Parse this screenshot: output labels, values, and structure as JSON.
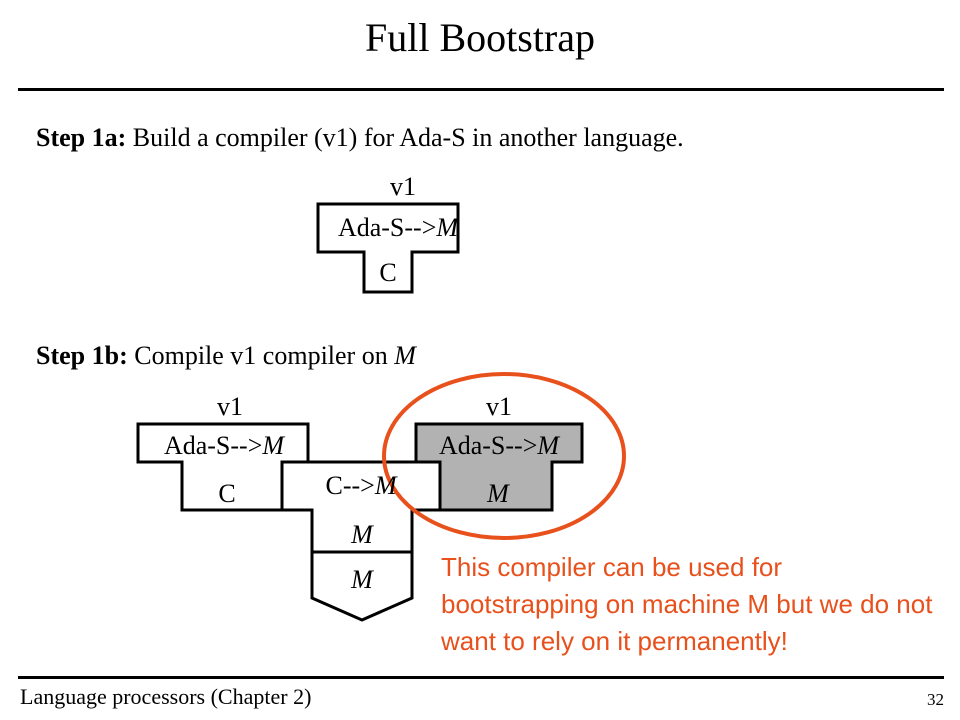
{
  "slide": {
    "title": "Full Bootstrap",
    "step1a": {
      "label": "Step 1a:",
      "text": " Build a compiler (v1) for Ada-S in another language."
    },
    "step1b": {
      "label": "Step 1b:",
      "text": " Compile v1 compiler on ",
      "machine": "M"
    },
    "note": "This compiler can be used for bootstrapping on machine M but we do not want to rely on it permanently!",
    "footer": {
      "left": "Language processors (Chapter 2)",
      "page": "32"
    }
  },
  "diagrams": {
    "step1a_compiler": {
      "version": "v1",
      "source": "Ada-S-->",
      "target": "M",
      "impl": "C"
    },
    "step1b_input": {
      "version": "v1",
      "source": "Ada-S-->",
      "target": "M",
      "impl": "C"
    },
    "step1b_translator": {
      "source": "C-->",
      "target": "M",
      "impl": "M"
    },
    "step1b_machine": {
      "label": "M"
    },
    "step1b_output": {
      "version": "v1",
      "source": "Ada-S-->",
      "target": "M",
      "impl": "M"
    }
  },
  "colors": {
    "highlight_circle": "#e8501c",
    "output_fill": "#b2b2b2",
    "note_text": "#e8501c"
  }
}
